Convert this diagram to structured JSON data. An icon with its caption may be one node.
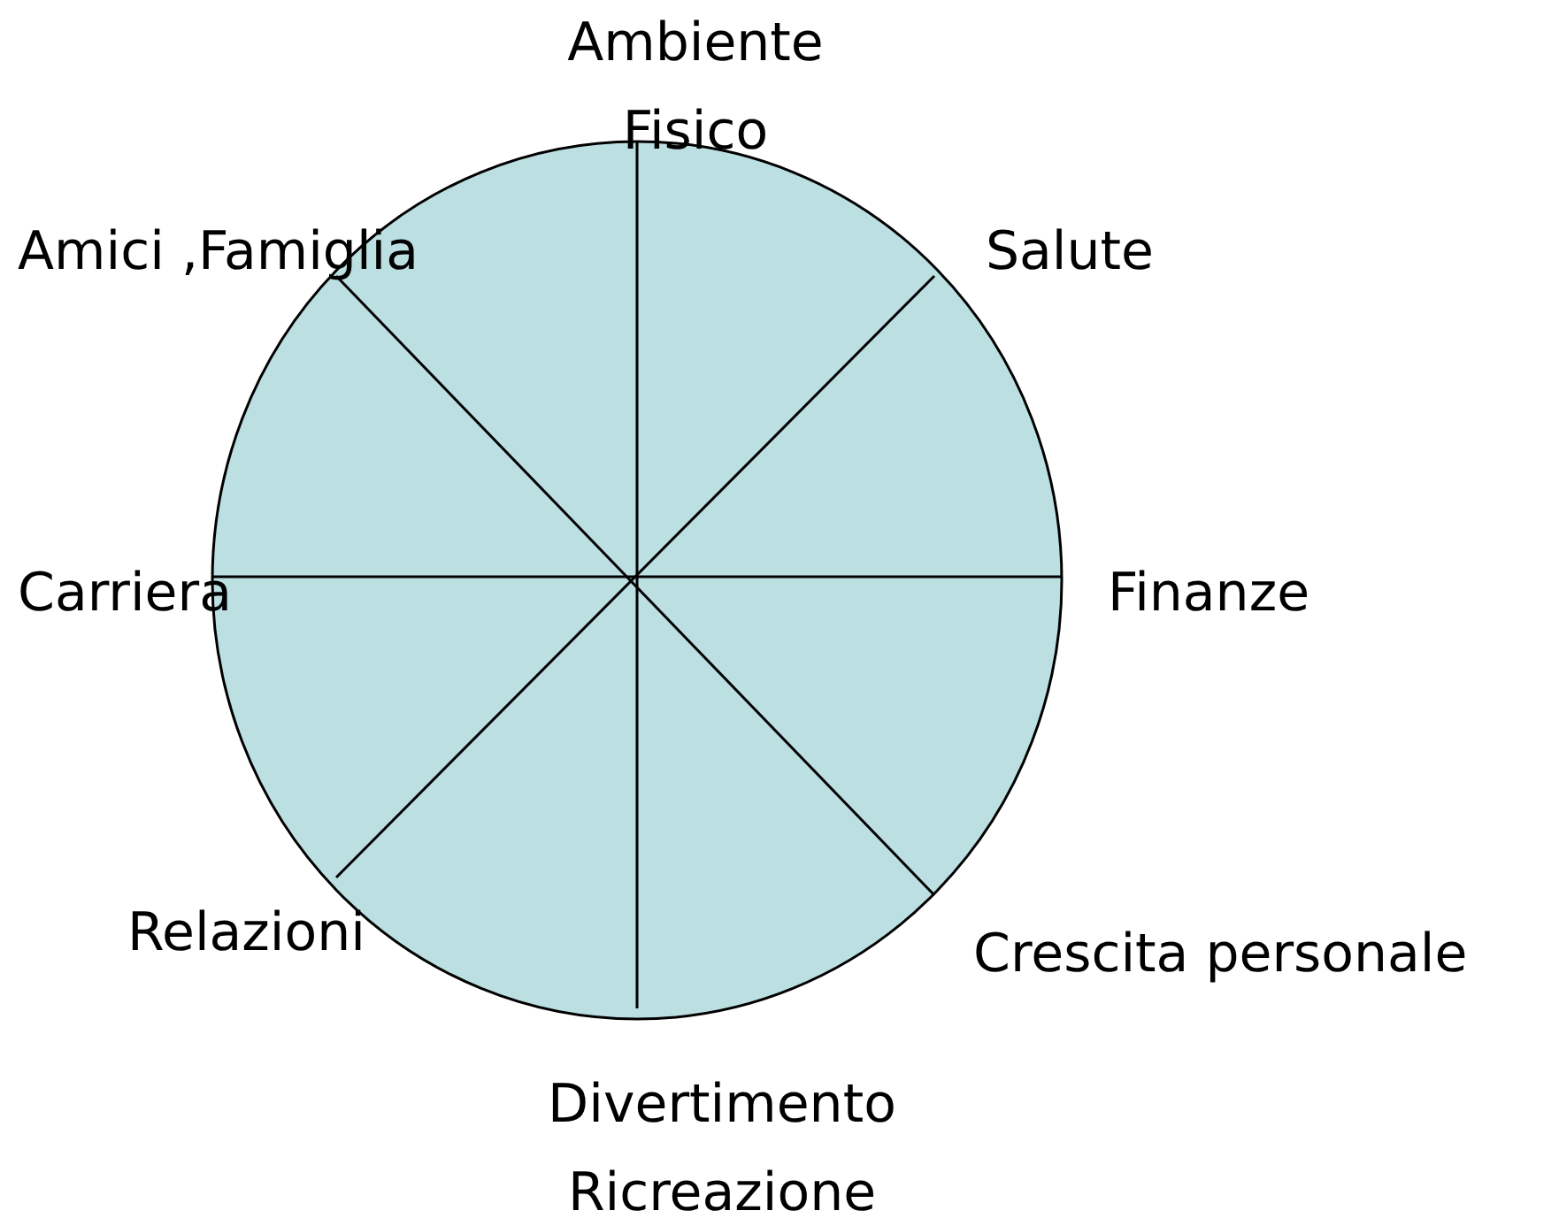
{
  "diagram": {
    "labels": [
      "Ambiente Fisico",
      "Amici ,Famiglia",
      "Salute",
      "Carriera",
      "Finanze",
      "Relazioni",
      "Crescita personale",
      "Divertimento Ricreazione"
    ]
  }
}
